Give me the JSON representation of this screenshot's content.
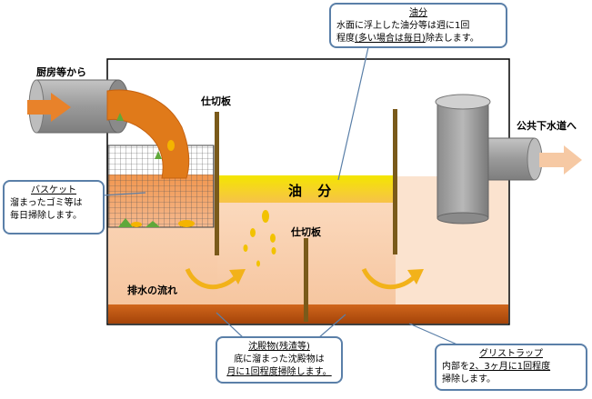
{
  "labels": {
    "inlet": "厨房等から",
    "outlet": "公共下水道へ",
    "partition_top": "仕切板",
    "partition_bottom": "仕切板",
    "oil_layer": "油 分",
    "flow": "排水の流れ"
  },
  "callouts": {
    "oil": {
      "title": "油分",
      "line1": "水面に浮上した油分等は週に1回",
      "line2_pre": "程度",
      "line2_u": "(多い場合は毎日)",
      "line2_post": "除去します。"
    },
    "basket": {
      "title": "バスケット",
      "line1": "溜まったゴミ等は",
      "line2": "毎日掃除します。"
    },
    "sediment": {
      "title": "沈殿物(残渣等)",
      "line1": "底に溜まった沈殿物は",
      "line2": "月に1回程度掃除します。"
    },
    "trap": {
      "title": "グリストラップ",
      "line1_pre": "内部を",
      "line1_u": "2、3ヶ月に1回程度",
      "line2": "掃除します。"
    }
  },
  "colors": {
    "tank_border": "#000000",
    "oil": "#f0d800",
    "water_light": "#fbe3cf",
    "water_mid": "#f7c8a0",
    "sediment": "#b8520f",
    "pipe": "#a0a0a0",
    "arrow_in": "#e8822a",
    "arrow_out": "#f6c9a4",
    "callout_border": "#5a7fa8"
  }
}
